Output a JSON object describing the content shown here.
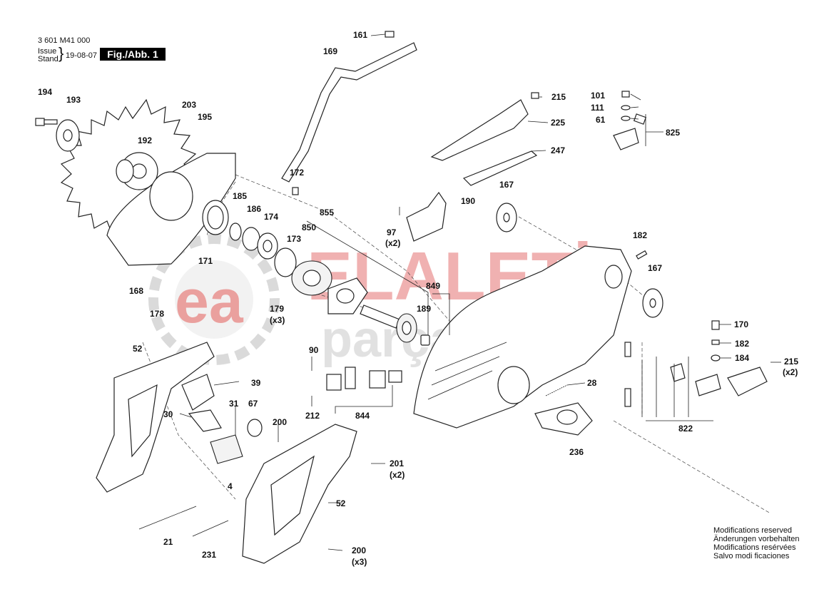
{
  "header": {
    "doc_number": "3 601 M41 000",
    "issue_label": "Issue",
    "stand_label": "Stand",
    "date": "19-08-07",
    "figure_tag": "Fig./Abb. 1"
  },
  "watermark": {
    "brand": "ELALETİ",
    "subtitle": "parçaları",
    "logo_letters": "ea",
    "brand_color": "#d9534f",
    "gray_color": "#bdbdbd"
  },
  "callouts": [
    "161",
    "169",
    "194",
    "193",
    "203",
    "195",
    "192",
    "172",
    "215",
    "225",
    "101",
    "111",
    "61",
    "825",
    "247",
    "185",
    "186",
    "174",
    "855",
    "850",
    "173",
    "171",
    "97",
    "(x2)",
    "190",
    "167",
    "182",
    "167",
    "168",
    "178",
    "179",
    "(x3)",
    "849",
    "189",
    "52",
    "90",
    "39",
    "170",
    "182",
    "184",
    "215",
    "(x2)",
    "31",
    "67",
    "30",
    "200",
    "212",
    "844",
    "28",
    "822",
    "4",
    "201",
    "(x2)",
    "236",
    "52",
    "21",
    "231",
    "200",
    "(x3)"
  ],
  "notes": [
    "Modifications reserved",
    "Änderungen vorbehalten",
    "Modifications resérvées",
    "Salvo modi ficaciones"
  ]
}
